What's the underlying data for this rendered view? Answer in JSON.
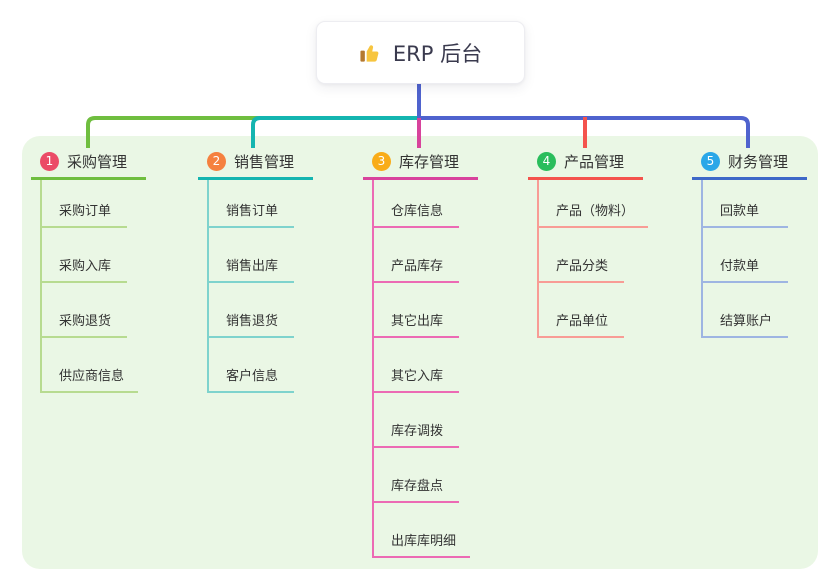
{
  "root": {
    "label": "ERP 后台",
    "icon": "thumbs-up-icon",
    "icon_hand_color": "#f7c53f",
    "icon_cuff_color": "#b5792f"
  },
  "colors": {
    "page_bg": "#ffffff",
    "panel_bg": "#eaf7e5",
    "trunk_blue": "#4f63ce",
    "text_dark": "#333333",
    "root_text": "#3a3a4e"
  },
  "branches": [
    {
      "number": "1",
      "label": "采购管理",
      "badge_color": "#eb4b66",
      "accent_color": "#6fbe3f",
      "child_line_color": "#b7db90",
      "children": [
        "采购订单",
        "采购入库",
        "采购退货",
        "供应商信息"
      ]
    },
    {
      "number": "2",
      "label": "销售管理",
      "badge_color": "#f5813f",
      "accent_color": "#14b5b0",
      "child_line_color": "#7ed3cd",
      "children": [
        "销售订单",
        "销售出库",
        "销售退货",
        "客户信息"
      ]
    },
    {
      "number": "3",
      "label": "库存管理",
      "badge_color": "#f9ac18",
      "accent_color": "#d8439c",
      "child_line_color": "#ec6ab4",
      "children": [
        "仓库信息",
        "产品库存",
        "其它出库",
        "其它入库",
        "库存调拨",
        "库存盘点",
        "出库库明细"
      ]
    },
    {
      "number": "4",
      "label": "产品管理",
      "badge_color": "#2abd5c",
      "accent_color": "#f4534d",
      "child_line_color": "#f89c95",
      "children": [
        "产品（物料）",
        "产品分类",
        "产品单位"
      ]
    },
    {
      "number": "5",
      "label": "财务管理",
      "badge_color": "#2aa7e8",
      "accent_color": "#3e68c8",
      "child_line_color": "#9eb5e2",
      "children": [
        "回款单",
        "付款单",
        "结算账户"
      ]
    }
  ]
}
